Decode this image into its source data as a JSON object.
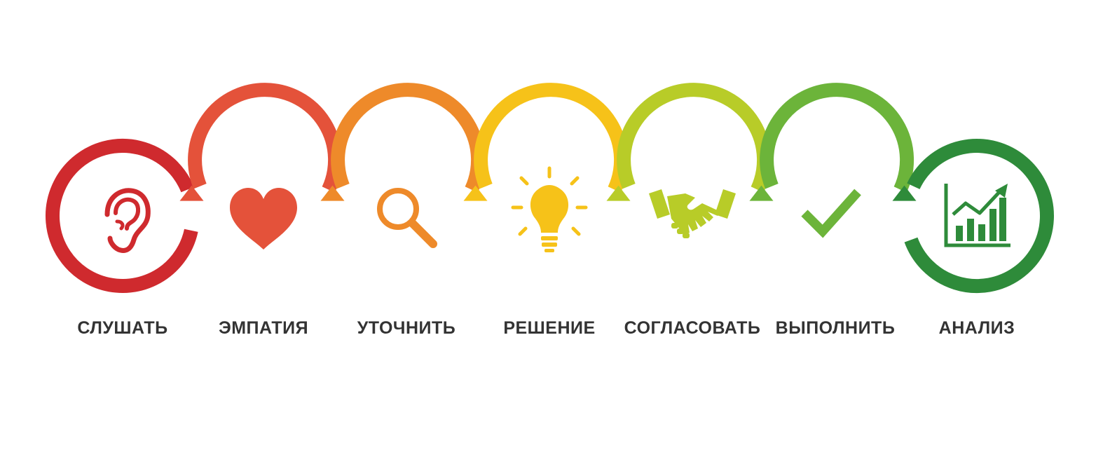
{
  "steps": [
    {
      "label": "СЛУШАТЬ",
      "icon": "ear-icon",
      "color": "#cf2a2e"
    },
    {
      "label": "ЭМПАТИЯ",
      "icon": "heart-icon",
      "color": "#e4523a"
    },
    {
      "label": "УТОЧНИТЬ",
      "icon": "magnifier-icon",
      "color": "#ee8a2a"
    },
    {
      "label": "РЕШЕНИЕ",
      "icon": "lightbulb-icon",
      "color": "#f6c219"
    },
    {
      "label": "СОГЛАСОВАТЬ",
      "icon": "handshake-icon",
      "color": "#b8cc28"
    },
    {
      "label": "ВЫПОЛНИТЬ",
      "icon": "checkmark-icon",
      "color": "#6cb43a"
    },
    {
      "label": "АНАЛИЗ",
      "icon": "growth-chart-icon",
      "color": "#2e8b3a"
    }
  ],
  "label_color": "#333333"
}
